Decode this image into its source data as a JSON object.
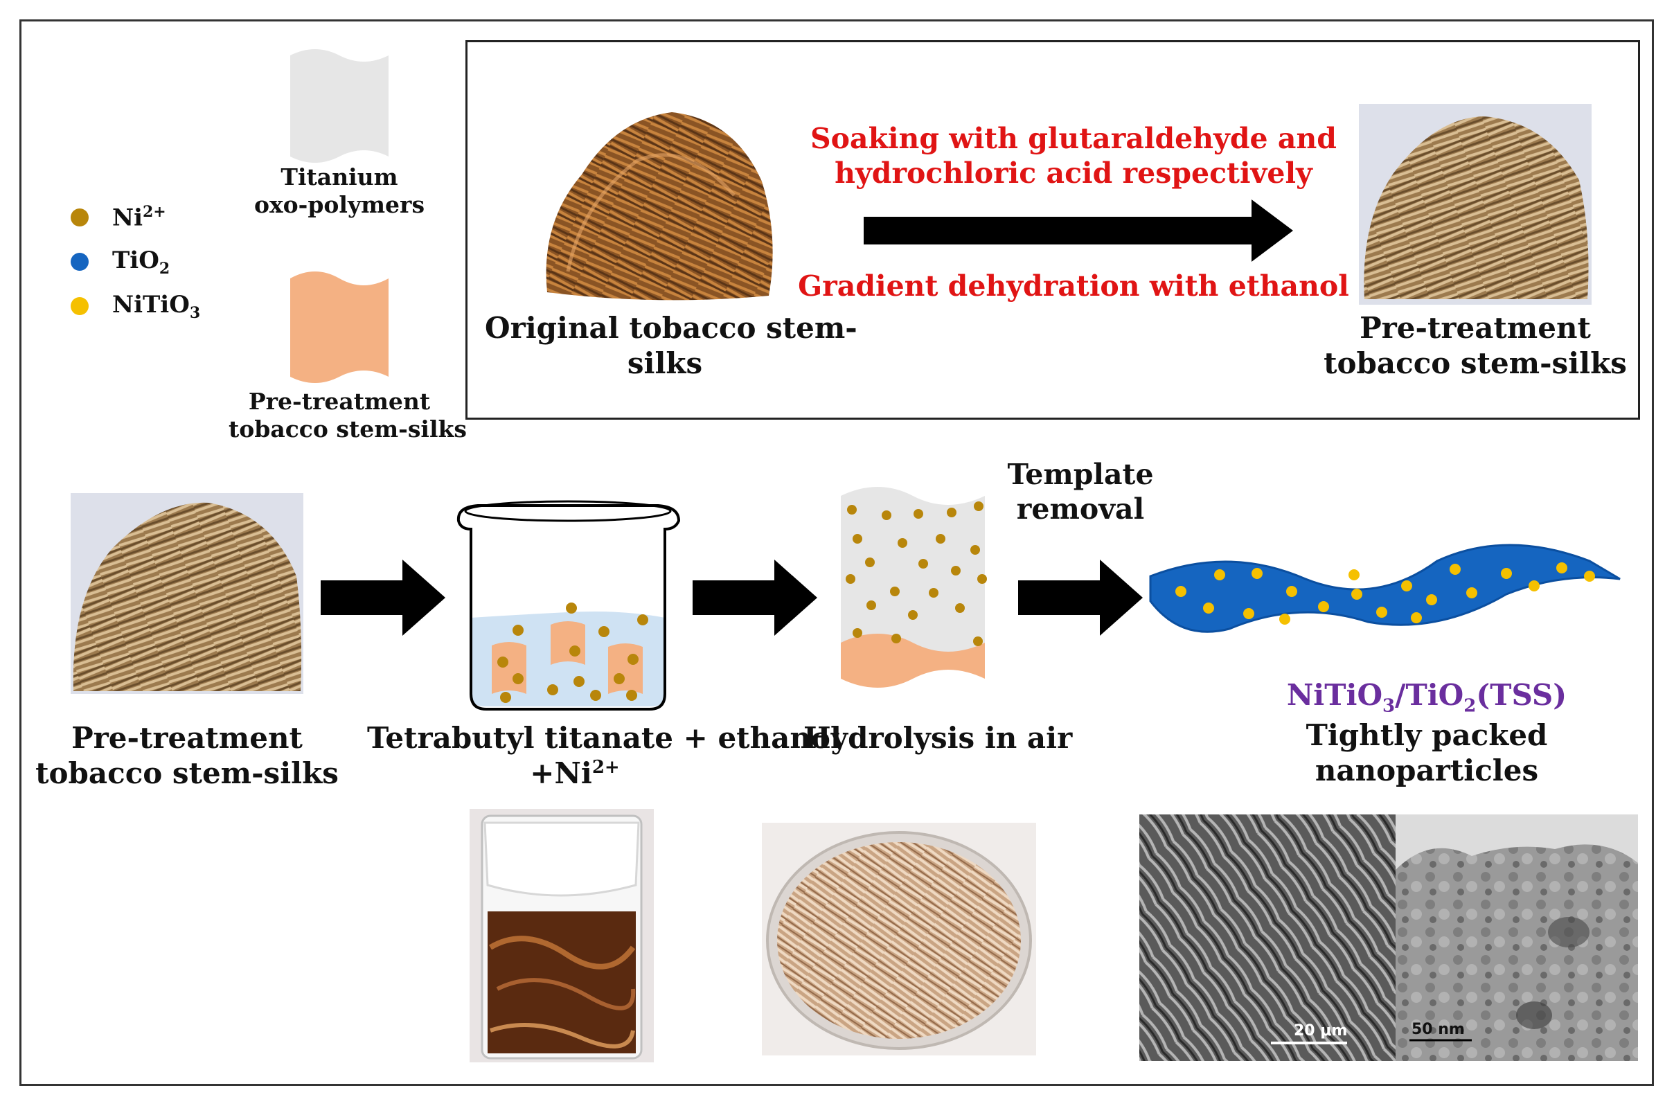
{
  "legend": {
    "items": [
      {
        "key": "ni",
        "label": "Ni",
        "sup": "2+",
        "color": "#b8860b"
      },
      {
        "key": "tio2",
        "label": "TiO",
        "sub": "2",
        "color": "#1565c0"
      },
      {
        "key": "nitio3",
        "label": "NiTiO",
        "sub": "3",
        "color": "#f5c000"
      }
    ],
    "titanium_line1": "Titanium",
    "titanium_line2": "oxo-polymers",
    "pretreat_line1": "Pre-treatment",
    "pretreat_line2": "tobacco stem-silks"
  },
  "top": {
    "original_line1": "Original tobacco stem-",
    "original_line2": "silks",
    "step_line1": "Soaking with glutaraldehyde and",
    "step_line2": "hydrochloric acid respectively",
    "step_line3": "Gradient dehydration with ethanol",
    "result_line1": "Pre-treatment",
    "result_line2": "tobacco stem-silks"
  },
  "bottom": {
    "start_line1": "Pre-treatment",
    "start_line2": "tobacco stem-silks",
    "beaker_line1": "Tetrabutyl titanate + ethanol",
    "beaker_line2": "+Ni",
    "beaker_sup": "2+",
    "hydrolysis": "Hydrolysis in air",
    "template_line1": "Template",
    "template_line2": "removal",
    "product_formula_a": "NiTiO",
    "product_sub_a": "3",
    "product_formula_b": "/TiO",
    "product_sub_b": "2",
    "product_formula_c": "(TSS)",
    "product_line2": "Tightly packed",
    "product_line3": "nanoparticles",
    "sem_scale": "20 μm",
    "tem_scale": "50 nm"
  },
  "colors": {
    "ni": "#b8860b",
    "tio2": "#1565c0",
    "nitio3": "#f5c000",
    "pretreat": "#f4b183",
    "titanium": "#e6e6e6",
    "step_text": "#e01414",
    "product_text": "#6a2e9e"
  }
}
